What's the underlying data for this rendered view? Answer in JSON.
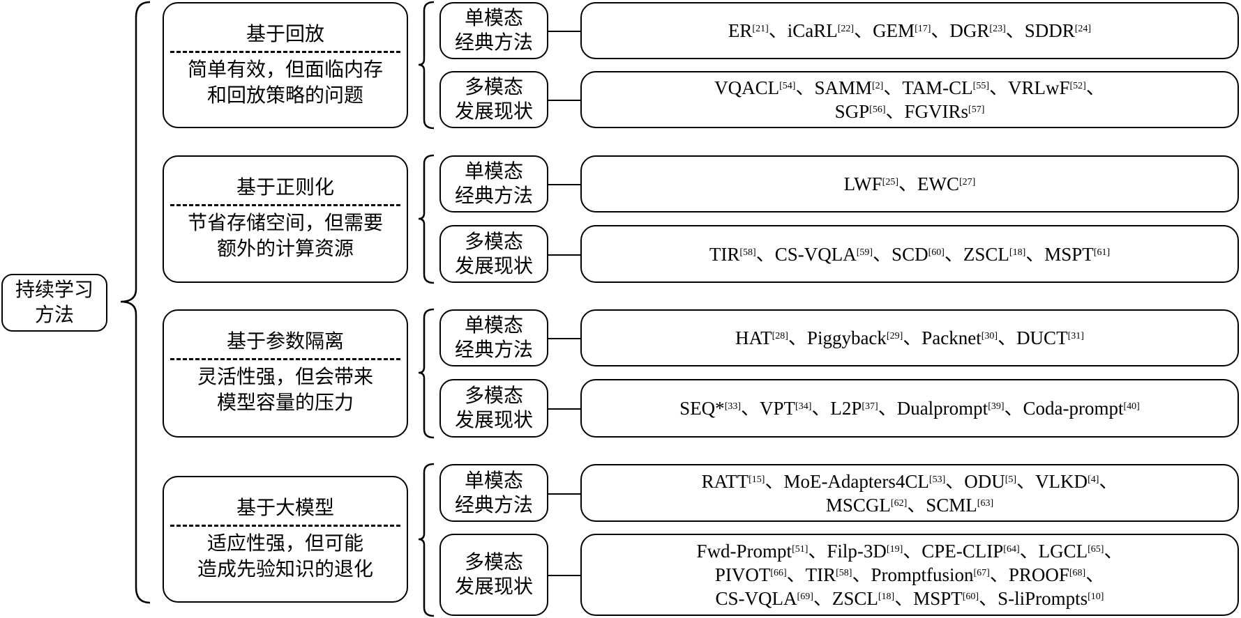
{
  "root": {
    "lines": [
      "持续学习",
      "方法"
    ]
  },
  "sub_labels": {
    "single": [
      "单模态",
      "经典方法"
    ],
    "multi": [
      "多模态",
      "发展现状"
    ]
  },
  "separator": "、",
  "categories": [
    {
      "title": "基于回放",
      "desc": [
        "简单有效，但面临内存",
        "和回放策略的问题"
      ],
      "single": [
        [
          {
            "name": "ER",
            "ref": "[21]"
          },
          {
            "name": "iCaRL",
            "ref": "[22]"
          },
          {
            "name": "GEM",
            "ref": "[17]"
          },
          {
            "name": "DGR",
            "ref": "[23]"
          },
          {
            "name": "SDDR",
            "ref": "[24]"
          }
        ]
      ],
      "multi": [
        [
          {
            "name": "VQACL",
            "ref": "[54]"
          },
          {
            "name": "SAMM",
            "ref": "[2]"
          },
          {
            "name": "TAM-CL",
            "ref": "[55]"
          },
          {
            "name": "VRLwF",
            "ref": "[52]"
          }
        ],
        [
          {
            "name": "SGP",
            "ref": "[56]"
          },
          {
            "name": "FGVIRs",
            "ref": "[57]"
          }
        ]
      ]
    },
    {
      "title": "基于正则化",
      "desc": [
        "节省存储空间，但需要",
        "额外的计算资源"
      ],
      "single": [
        [
          {
            "name": "LWF",
            "ref": "[25]"
          },
          {
            "name": "EWC",
            "ref": "[27]"
          }
        ]
      ],
      "multi": [
        [
          {
            "name": "TIR",
            "ref": "[58]"
          },
          {
            "name": "CS-VQLA",
            "ref": "[59]"
          },
          {
            "name": "SCD",
            "ref": "[60]"
          },
          {
            "name": "ZSCL",
            "ref": "[18]"
          },
          {
            "name": "MSPT",
            "ref": "[61]"
          }
        ]
      ]
    },
    {
      "title": "基于参数隔离",
      "desc": [
        "灵活性强，但会带来",
        "模型容量的压力"
      ],
      "single": [
        [
          {
            "name": "HAT",
            "ref": "[28]"
          },
          {
            "name": "Piggyback",
            "ref": "[29]"
          },
          {
            "name": "Packnet",
            "ref": "[30]"
          },
          {
            "name": "DUCT",
            "ref": "[31]"
          }
        ]
      ],
      "multi": [
        [
          {
            "name": "SEQ*",
            "ref": "[33]"
          },
          {
            "name": "VPT",
            "ref": "[34]"
          },
          {
            "name": "L2P",
            "ref": "[37]"
          },
          {
            "name": "Dualprompt",
            "ref": "[39]"
          },
          {
            "name": "Coda-prompt",
            "ref": "[40]"
          }
        ]
      ]
    },
    {
      "title": "基于大模型",
      "desc": [
        "适应性强，但可能",
        "造成先验知识的退化"
      ],
      "single": [
        [
          {
            "name": "RATT",
            "ref": "[15]"
          },
          {
            "name": "MoE-Adapters4CL",
            "ref": "[53]"
          },
          {
            "name": "ODU",
            "ref": "[5]"
          },
          {
            "name": "VLKD",
            "ref": "[4]"
          }
        ],
        [
          {
            "name": "MSCGL",
            "ref": "[62]"
          },
          {
            "name": "SCML",
            "ref": "[63]"
          }
        ]
      ],
      "multi": [
        [
          {
            "name": "Fwd-Prompt",
            "ref": "[51]"
          },
          {
            "name": "Filp-3D",
            "ref": "[19]"
          },
          {
            "name": "CPE-CLIP",
            "ref": "[64]"
          },
          {
            "name": "LGCL",
            "ref": "[65]"
          }
        ],
        [
          {
            "name": "PIVOT",
            "ref": "[66]"
          },
          {
            "name": "TIR",
            "ref": "[58]"
          },
          {
            "name": "Promptfusion",
            "ref": "[67]"
          },
          {
            "name": "PROOF",
            "ref": "[68]"
          }
        ],
        [
          {
            "name": "CS-VQLA",
            "ref": "[69]"
          },
          {
            "name": "ZSCL",
            "ref": "[18]"
          },
          {
            "name": "MSPT",
            "ref": "[60]"
          },
          {
            "name": "S-liPrompts",
            "ref": "[10]"
          }
        ]
      ]
    }
  ]
}
